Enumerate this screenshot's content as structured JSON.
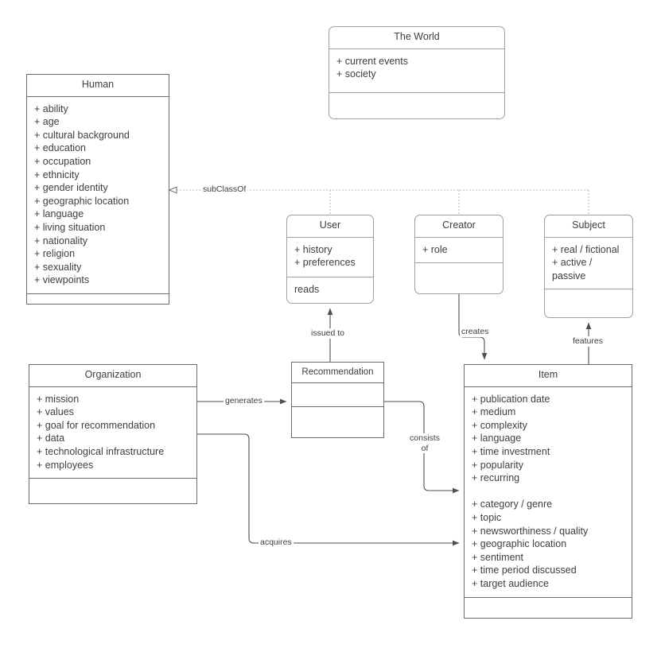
{
  "diagram": {
    "type": "uml-class-diagram",
    "stroke_color": "#666c70",
    "rounded_stroke_color": "#9aa0a6",
    "text_color": "#3b4043",
    "background": "#ffffff"
  },
  "classes": {
    "human": {
      "name": "Human",
      "attributes": [
        "+ ability",
        "+ age",
        "+ cultural background",
        "+ education",
        "+ occupation",
        "+ ethnicity",
        "+ gender identity",
        "+ geographic location",
        "+ language",
        "+ living situation",
        "+ nationality",
        "+ religion",
        "+ sexuality",
        "+ viewpoints"
      ],
      "operations": []
    },
    "the_world": {
      "name": "The World",
      "attributes": [
        "+ current events",
        "+ society"
      ],
      "operations": []
    },
    "user": {
      "name": "User",
      "attributes": [
        "+ history",
        "+ preferences"
      ],
      "operations": [
        "reads"
      ]
    },
    "creator": {
      "name": "Creator",
      "attributes": [
        "+ role"
      ],
      "operations": []
    },
    "subject": {
      "name": "Subject",
      "attributes": [
        "+ real / fictional",
        "+ active / passive"
      ],
      "operations": []
    },
    "organization": {
      "name": "Organization",
      "attributes": [
        "+ mission",
        "+ values",
        "+ goal for recommendation",
        "+ data",
        "+ technological infrastructure",
        "+ employees"
      ],
      "operations": []
    },
    "recommendation": {
      "name": "Recommendation",
      "attributes": [],
      "operations": []
    },
    "item": {
      "name": "Item",
      "attributes": [
        "+ publication date",
        "+ medium",
        "+ complexity",
        "+ language",
        "+ time investment",
        "+ popularity",
        "+ recurring",
        "",
        "+ category / genre",
        "+ topic",
        "+ newsworthiness / quality",
        "+ geographic location",
        "+ sentiment",
        "+ time period discussed",
        "+ target audience"
      ],
      "operations": []
    }
  },
  "relationships": [
    {
      "id": "subclassof",
      "label": "subClassOf",
      "from": "user-creator-subject",
      "to": "human",
      "style": "dotted",
      "arrow": "hollow-triangle"
    },
    {
      "id": "issued-to",
      "label": "issued to",
      "from": "recommendation",
      "to": "user",
      "style": "solid",
      "arrow": "filled-arrow"
    },
    {
      "id": "creates",
      "label": "creates",
      "from": "creator",
      "to": "item",
      "style": "solid",
      "arrow": "filled-arrow"
    },
    {
      "id": "features",
      "label": "features",
      "from": "item",
      "to": "subject",
      "style": "solid",
      "arrow": "filled-arrow"
    },
    {
      "id": "generates",
      "label": "generates",
      "from": "organization",
      "to": "recommendation",
      "style": "solid",
      "arrow": "filled-arrow"
    },
    {
      "id": "consists-of",
      "label": "consists of",
      "label_line_1": "consists",
      "label_line_2": "of",
      "from": "recommendation",
      "to": "item",
      "style": "solid",
      "arrow": "filled-arrow"
    },
    {
      "id": "acquires",
      "label": "acquires",
      "from": "organization",
      "to": "item",
      "style": "solid",
      "arrow": "filled-arrow"
    }
  ]
}
